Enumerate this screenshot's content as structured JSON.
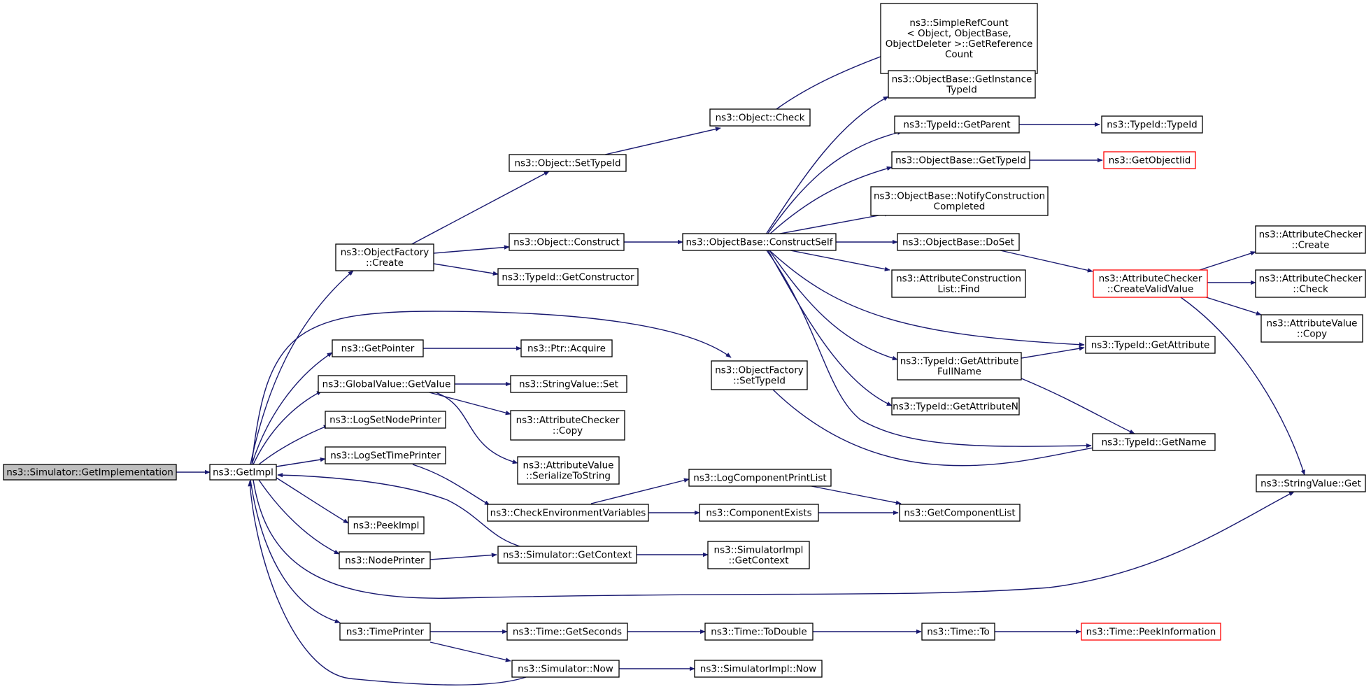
{
  "colors": {
    "edge": "#191970",
    "root_fill": "#bfbfbf",
    "highlight_border": "#ff0000"
  },
  "nodes": {
    "get_implementation": [
      "ns3::Simulator::GetImplementation"
    ],
    "get_impl": [
      "ns3::GetImpl"
    ],
    "object_factory_create": [
      "ns3::ObjectFactory",
      "::Create"
    ],
    "object_set_type_id": [
      "ns3::Object::SetTypeId"
    ],
    "object_check": [
      "ns3::Object::Check"
    ],
    "simple_ref_count": [
      "ns3::SimpleRefCount",
      "< Object, ObjectBase,",
      "ObjectDeleter >::GetReference",
      "Count"
    ],
    "get_instance_type_id": [
      "ns3::ObjectBase::GetInstance",
      "TypeId"
    ],
    "type_id_get_parent": [
      "ns3::TypeId::GetParent"
    ],
    "type_id_type_id": [
      "ns3::TypeId::TypeId"
    ],
    "object_base_get_type_id": [
      "ns3::ObjectBase::GetTypeId"
    ],
    "get_object_iid": [
      "ns3::GetObjectIid"
    ],
    "notify_construction_completed": [
      "ns3::ObjectBase::NotifyConstruction",
      "Completed"
    ],
    "object_construct": [
      "ns3::Object::Construct"
    ],
    "construct_self": [
      "ns3::ObjectBase::ConstructSelf"
    ],
    "object_base_do_set": [
      "ns3::ObjectBase::DoSet"
    ],
    "attribute_checker_create": [
      "ns3::AttributeChecker",
      "::Create"
    ],
    "create_valid_value": [
      "ns3::AttributeChecker",
      "::CreateValidValue"
    ],
    "attribute_checker_check": [
      "ns3::AttributeChecker",
      "::Check"
    ],
    "type_id_get_constructor": [
      "ns3::TypeId::GetConstructor"
    ],
    "attribute_construction_list_find": [
      "ns3::AttributeConstruction",
      "List::Find"
    ],
    "attribute_value_copy": [
      "ns3::AttributeValue",
      "::Copy"
    ],
    "get_pointer": [
      "ns3::GetPointer"
    ],
    "ptr_acquire": [
      "ns3::Ptr::Acquire"
    ],
    "type_id_get_attribute": [
      "ns3::TypeId::GetAttribute"
    ],
    "object_factory_set_type_id": [
      "ns3::ObjectFactory",
      "::SetTypeId"
    ],
    "global_value_get_value": [
      "ns3::GlobalValue::GetValue"
    ],
    "string_value_set": [
      "ns3::StringValue::Set"
    ],
    "get_attribute_full_name": [
      "ns3::TypeId::GetAttribute",
      "FullName"
    ],
    "type_id_get_attribute_n": [
      "ns3::TypeId::GetAttributeN"
    ],
    "log_set_node_printer": [
      "ns3::LogSetNodePrinter"
    ],
    "attribute_checker_copy": [
      "ns3::AttributeChecker",
      "::Copy"
    ],
    "type_id_get_name": [
      "ns3::TypeId::GetName"
    ],
    "log_set_time_printer": [
      "ns3::LogSetTimePrinter"
    ],
    "serialize_to_string": [
      "ns3::AttributeValue",
      "::SerializeToString"
    ],
    "log_component_print_list": [
      "ns3::LogComponentPrintList"
    ],
    "string_value_get": [
      "ns3::StringValue::Get"
    ],
    "check_environment_variables": [
      "ns3::CheckEnvironmentVariables"
    ],
    "component_exists": [
      "ns3::ComponentExists"
    ],
    "get_component_list": [
      "ns3::GetComponentList"
    ],
    "peek_impl": [
      "ns3::PeekImpl"
    ],
    "simulator_get_context": [
      "ns3::Simulator::GetContext"
    ],
    "simulator_impl_get_context": [
      "ns3::SimulatorImpl",
      "::GetContext"
    ],
    "node_printer": [
      "ns3::NodePrinter"
    ],
    "time_printer": [
      "ns3::TimePrinter"
    ],
    "time_get_seconds": [
      "ns3::Time::GetSeconds"
    ],
    "time_to_double": [
      "ns3::Time::ToDouble"
    ],
    "time_to": [
      "ns3::Time::To"
    ],
    "time_peek_information": [
      "ns3::Time::PeekInformation"
    ],
    "simulator_now": [
      "ns3::Simulator::Now"
    ],
    "simulator_impl_now": [
      "ns3::SimulatorImpl::Now"
    ]
  }
}
